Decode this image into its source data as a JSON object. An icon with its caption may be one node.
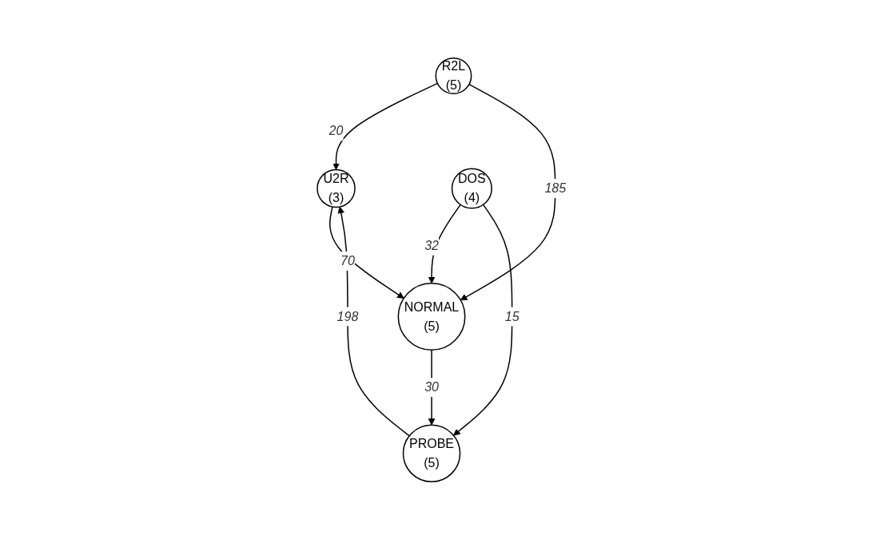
{
  "diagram": {
    "nodes": [
      {
        "text": [
          "U2R",
          "(3)"
        ]
      },
      {
        "text": [
          "R2L",
          "(5)"
        ]
      },
      {
        "text": [
          "DOS",
          "(4)"
        ]
      },
      {
        "text": [
          "NORMAL",
          "(5)"
        ]
      },
      {
        "text": [
          "PROBE",
          "(5)"
        ]
      }
    ],
    "edges": [
      {
        "from": 1,
        "to": 0,
        "arrow": "to",
        "label": "20"
      },
      {
        "from": 4,
        "to": 0,
        "arrow": "to",
        "label": "198"
      },
      {
        "from": 0,
        "to": 3,
        "arrow": "to",
        "label": "70"
      },
      {
        "from": 1,
        "to": 3,
        "arrow": "to",
        "label": "185"
      },
      {
        "from": 2,
        "to": 3,
        "arrow": "to",
        "label": "32"
      },
      {
        "from": 2,
        "to": 4,
        "arrow": "to",
        "label": "15"
      },
      {
        "from": 3,
        "to": 4,
        "arrow": "to",
        "label": "30"
      }
    ]
  }
}
